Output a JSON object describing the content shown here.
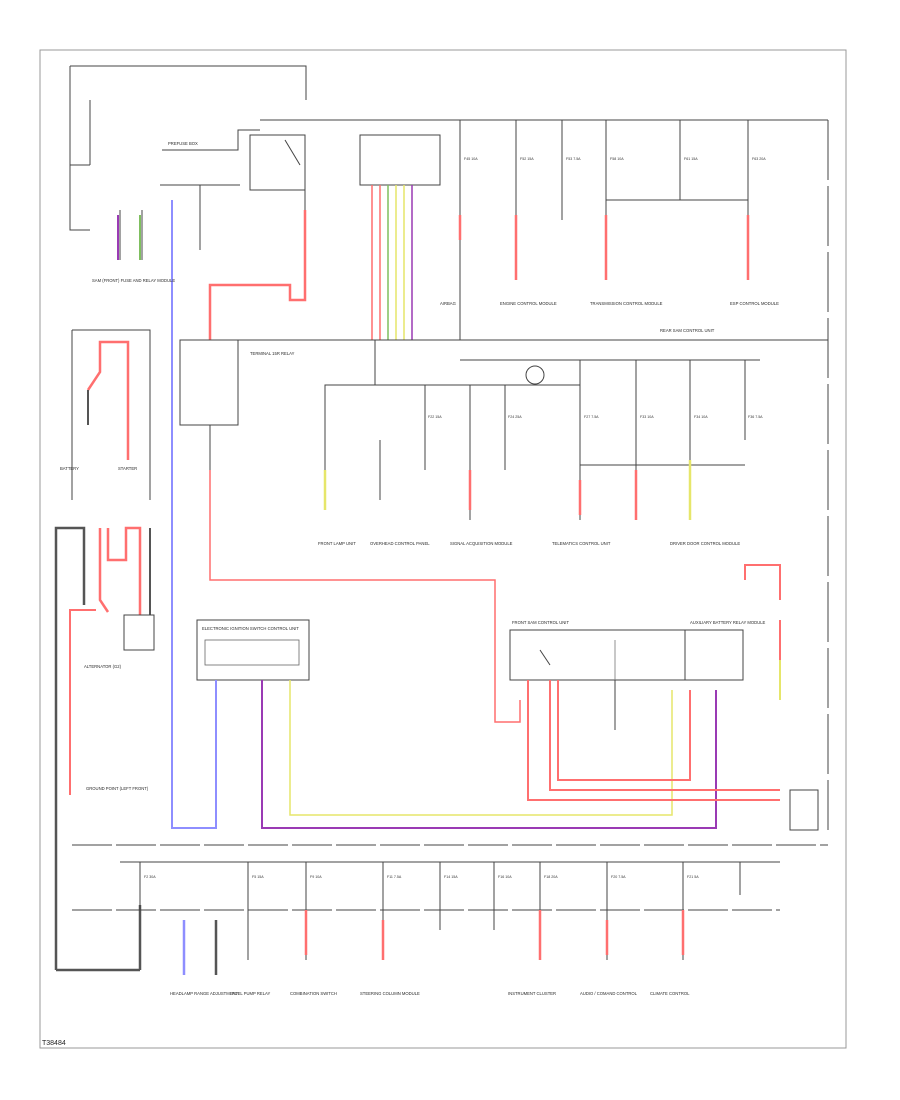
{
  "title": "Power Distribution Wiring Diagram",
  "page_id": "T38484",
  "wire_colors": {
    "red": "#ff6f6f",
    "blue": "#8e8eff",
    "purple": "#9a3ab4",
    "yellow": "#e6e66a",
    "green": "#7fbf5f",
    "ground_gray": "#555555",
    "circuit": "#333333"
  },
  "fuses": {
    "top_row": [
      "F45 10A",
      "F52 15A",
      "F53 7.5A",
      "F58 10A",
      "F61 15A",
      "F63 20A"
    ],
    "middle_row": [
      "F22 15A",
      "F24 25A",
      "F27 7.5A",
      "F33 10A",
      "F34 10A",
      "F36 7.5A"
    ],
    "bottom_row": [
      "F2 30A",
      "F5 15A",
      "F9 10A",
      "F11 7.5A",
      "F14 15A",
      "F16 10A",
      "F18 20A",
      "F20 7.5A",
      "F21 5A"
    ]
  },
  "components": {
    "engine_fuse_box": "SAM (FRONT) FUSE AND RELAY MODULE",
    "front_fuse_block": "FRONT SAM CONTROL UNIT",
    "rear_fuse_block": "REAR SAM CONTROL UNIT",
    "battery": "BATTERY",
    "alternator": "ALTERNATOR (G2)",
    "starter": "STARTER",
    "relay": "TERMINAL 15R RELAY",
    "prefuse": "PREFUSE BOX",
    "electronic_ignition_switch": "ELECTRONIC IGNITION SWITCH CONTROL UNIT",
    "auxiliary_battery": "AUXILIARY BATTERY RELAY MODULE",
    "ground_point": "GROUND POINT (LEFT FRONT)"
  },
  "component_labels_bottom": [
    "HEADLAMP RANGE ADJUSTMENT",
    "FUEL PUMP RELAY",
    "COMBINATION SWITCH",
    "STEERING COLUMN MODULE",
    "INSTRUMENT CLUSTER",
    "AUDIO / COMAND CONTROL",
    "CLIMATE CONTROL"
  ],
  "component_labels_middle": [
    "FRONT LAMP UNIT",
    "OVERHEAD CONTROL PANEL",
    "SIGNAL ACQUISITION MODULE",
    "TELEMATICS CONTROL UNIT",
    "DRIVER DOOR CONTROL MODULE"
  ],
  "component_labels_top": [
    "ENGINE CONTROL MODULE",
    "TRANSMISSION CONTROL MODULE",
    "ESP CONTROL MODULE",
    "AIRBAG"
  ]
}
